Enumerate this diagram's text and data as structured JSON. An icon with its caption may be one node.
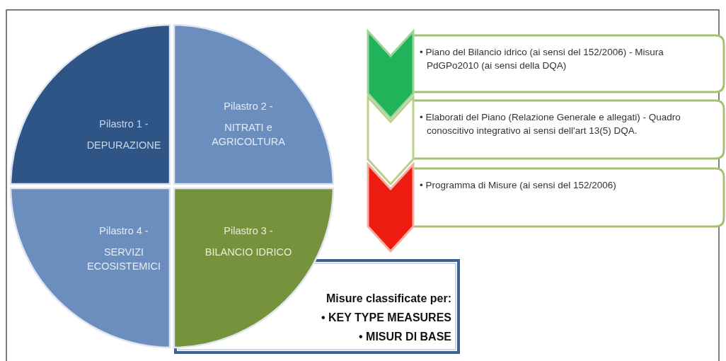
{
  "diagram": {
    "nodes": [
      {
        "text": [
          "Pilastro 1 -",
          "DEPURAZIONE"
        ]
      },
      {
        "text": [
          "Pilastro 2 -",
          "NITRATI e AGRICOLTURA"
        ]
      },
      {
        "text": [
          "Pilastro 4 -",
          "SERVIZI ECOSISTEMICI"
        ]
      },
      {
        "text": [
          "Pilastro 3 -",
          "BILANCIO IDRICO"
        ]
      },
      {
        "text": [],
        "shape": "chevron"
      },
      {
        "text": [
          "• Piano del Bilancio idrico (ai sensi del 152/2006) - Misura PdGPo2010 (ai sensi della DQA)"
        ]
      },
      {
        "text": [],
        "shape": "chevron"
      },
      {
        "text": [
          "• Elaborati del Piano (Relazione Generale e allegati) - Quadro conoscitivo integrativo ai sensi dell'art 13(5) DQA."
        ]
      },
      {
        "text": [],
        "shape": "chevron"
      },
      {
        "text": [
          "• Programma di Misure (ai sensi del 152/2006)"
        ]
      },
      {
        "text": [
          "Misure classificate per:",
          "• KEY TYPE MEASURES",
          "• MISUR DI BASE"
        ]
      }
    ]
  }
}
